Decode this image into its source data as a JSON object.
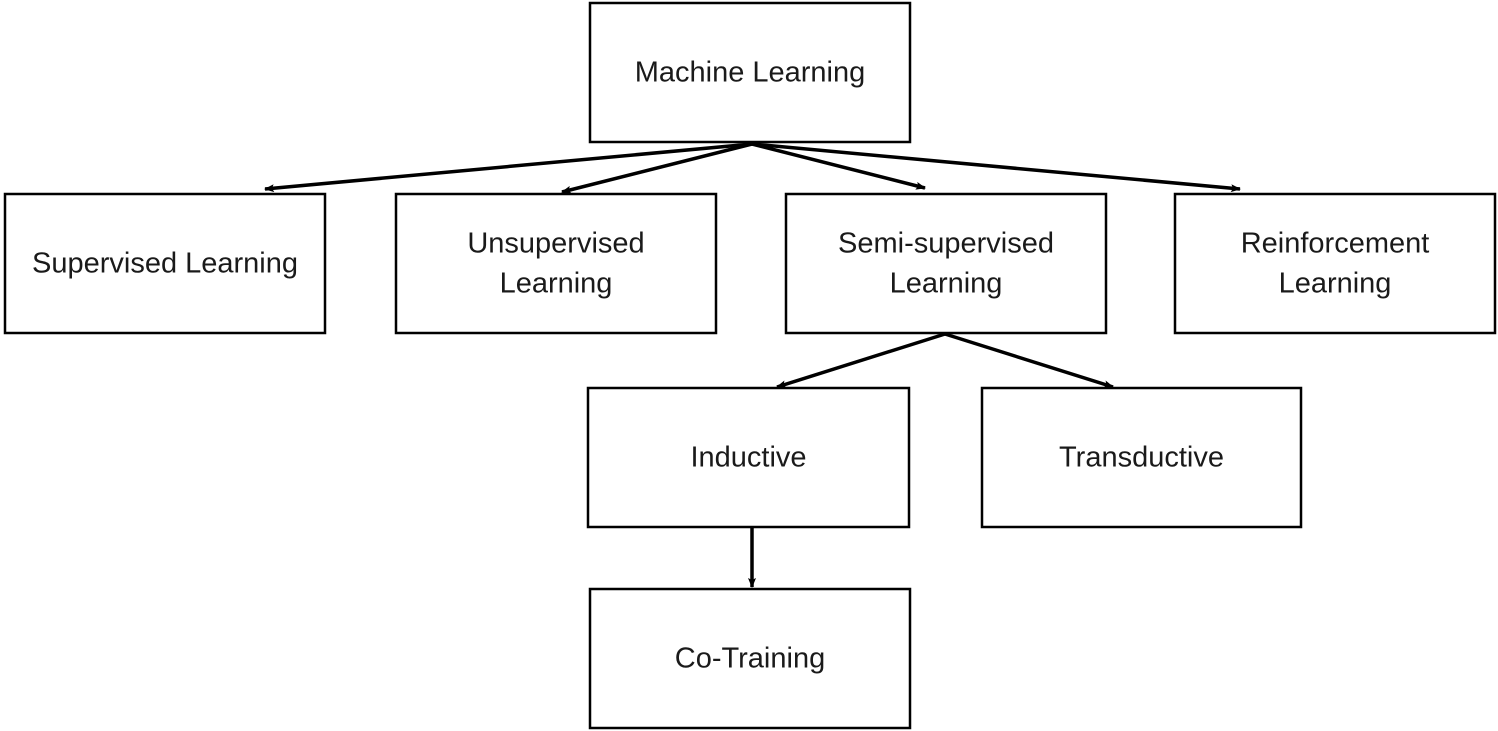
{
  "diagram": {
    "nodes": [
      {
        "id": "ml",
        "lines": [
          "Machine Learning"
        ]
      },
      {
        "id": "sl",
        "lines": [
          "Supervised Learning"
        ]
      },
      {
        "id": "ul",
        "lines": [
          "Unsupervised",
          "Learning"
        ]
      },
      {
        "id": "ssl",
        "lines": [
          "Semi-supervised",
          "Learning"
        ]
      },
      {
        "id": "rl",
        "lines": [
          "Reinforcement",
          "Learning"
        ]
      },
      {
        "id": "ind",
        "lines": [
          "Inductive"
        ]
      },
      {
        "id": "tra",
        "lines": [
          "Transductive"
        ]
      },
      {
        "id": "cot",
        "lines": [
          "Co-Training"
        ]
      }
    ],
    "edges": [
      {
        "from": "ml",
        "to": "sl"
      },
      {
        "from": "ml",
        "to": "ul"
      },
      {
        "from": "ml",
        "to": "ssl"
      },
      {
        "from": "ml",
        "to": "rl"
      },
      {
        "from": "ssl",
        "to": "ind"
      },
      {
        "from": "ssl",
        "to": "tra"
      },
      {
        "from": "ind",
        "to": "cot"
      }
    ],
    "colors": {
      "box_fill": "#ffffff",
      "box_stroke": "#000000",
      "text": "#1a1a1a",
      "edge": "#000000"
    }
  }
}
